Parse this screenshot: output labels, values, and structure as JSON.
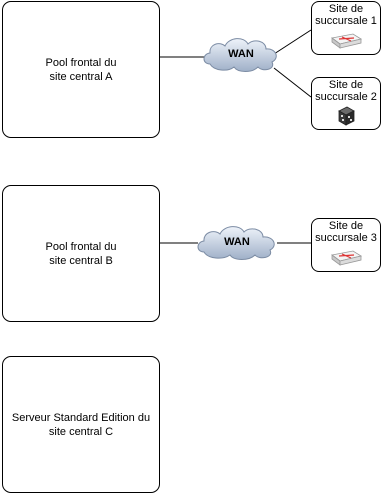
{
  "sites": {
    "a": "Pool frontal du\nsite central A",
    "b": "Pool frontal du\nsite central B",
    "c": "Serveur Standard Edition du\nsite central C"
  },
  "wan_label": "WAN",
  "branches": {
    "b1": "Site de\nsuccursale 1",
    "b2": "Site de\nsuccursale 2",
    "b3": "Site de\nsuccursale 3"
  }
}
